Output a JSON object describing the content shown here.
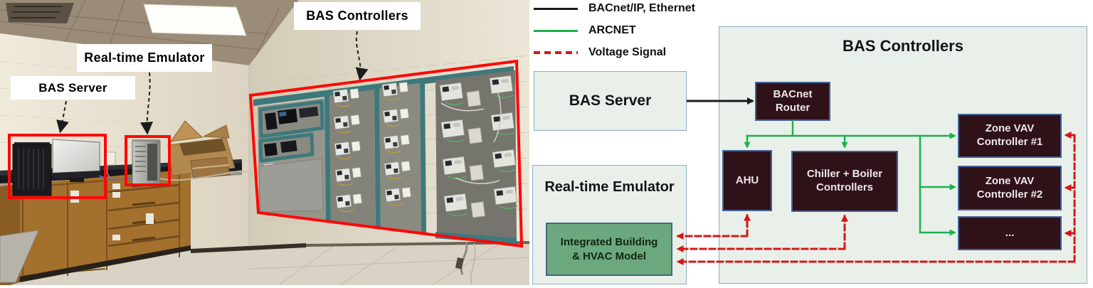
{
  "photo": {
    "labels": {
      "bas_server": "BAS Server",
      "rt_emulator": "Real-time Emulator",
      "bas_controllers": "BAS Controllers"
    }
  },
  "legend": {
    "items": [
      {
        "label": "BACnet/IP, Ethernet",
        "style": "solid",
        "color": "#1a1a1a"
      },
      {
        "label": "ARCNET",
        "style": "solid",
        "color": "#1db14e"
      },
      {
        "label": "Voltage Signal",
        "style": "dashed",
        "color": "#d31717"
      }
    ]
  },
  "diagram": {
    "server_label": "BAS Server",
    "emulator_label": "Real-time Emulator",
    "model_label": "Integrated Building\n& HVAC Model",
    "controllers_title": "BAS Controllers",
    "nodes": {
      "router": "BACnet\nRouter",
      "ahu": "AHU",
      "chiller": "Chiller + Boiler\nControllers",
      "vav1": "Zone VAV\nController #1",
      "vav2": "Zone VAV\nController #2",
      "more": "..."
    },
    "edges": [
      {
        "from": "BAS Server",
        "to": "BACnet Router",
        "type": "BACnet/IP, Ethernet"
      },
      {
        "from": "BACnet Router",
        "to": "AHU",
        "type": "ARCNET"
      },
      {
        "from": "BACnet Router",
        "to": "Chiller + Boiler Controllers",
        "type": "ARCNET"
      },
      {
        "from": "BACnet Router",
        "to": "Zone VAV Controller #1",
        "type": "ARCNET"
      },
      {
        "from": "BACnet Router",
        "to": "Zone VAV Controller #2",
        "type": "ARCNET"
      },
      {
        "from": "BACnet Router",
        "to": "...",
        "type": "ARCNET"
      },
      {
        "from": "Integrated Building & HVAC Model",
        "to": "AHU",
        "type": "Voltage Signal",
        "bidirectional": true
      },
      {
        "from": "Integrated Building & HVAC Model",
        "to": "Chiller + Boiler Controllers",
        "type": "Voltage Signal",
        "bidirectional": true
      },
      {
        "from": "Integrated Building & HVAC Model",
        "to": "Zone VAV Controller #1",
        "type": "Voltage Signal",
        "bidirectional": true
      },
      {
        "from": "Integrated Building & HVAC Model",
        "to": "Zone VAV Controller #2",
        "type": "Voltage Signal",
        "bidirectional": true
      },
      {
        "from": "Integrated Building & HVAC Model",
        "to": "...",
        "type": "Voltage Signal",
        "bidirectional": true
      }
    ]
  },
  "colors": {
    "black-line": "#1a1a1a",
    "green-line": "#1db14e",
    "red-line": "#d31717",
    "annotation-red": "#ff0806",
    "container-fill": "#e9f0ea",
    "container-border": "#8fadc4",
    "node-fill": "#2f1218",
    "node-border": "#44639b",
    "node-text": "#ede6e7",
    "model-fill": "#6ba87e",
    "model-border": "#47677f"
  }
}
